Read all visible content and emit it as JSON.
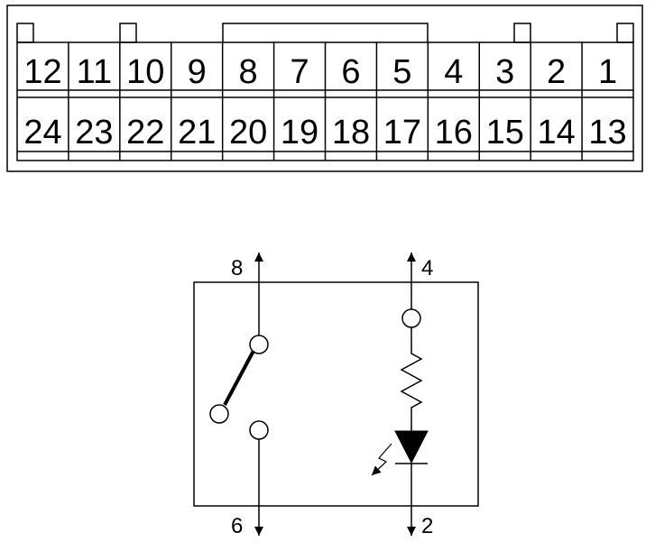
{
  "connector": {
    "top_row": [
      "12",
      "11",
      "10",
      "9",
      "8",
      "7",
      "6",
      "5",
      "4",
      "3",
      "2",
      "1"
    ],
    "bottom_row": [
      "24",
      "23",
      "22",
      "21",
      "20",
      "19",
      "18",
      "17",
      "16",
      "15",
      "14",
      "13"
    ]
  },
  "schematic": {
    "terminals": {
      "switch_top": "8",
      "switch_bottom": "6",
      "led_top": "4",
      "led_bottom": "2"
    }
  }
}
